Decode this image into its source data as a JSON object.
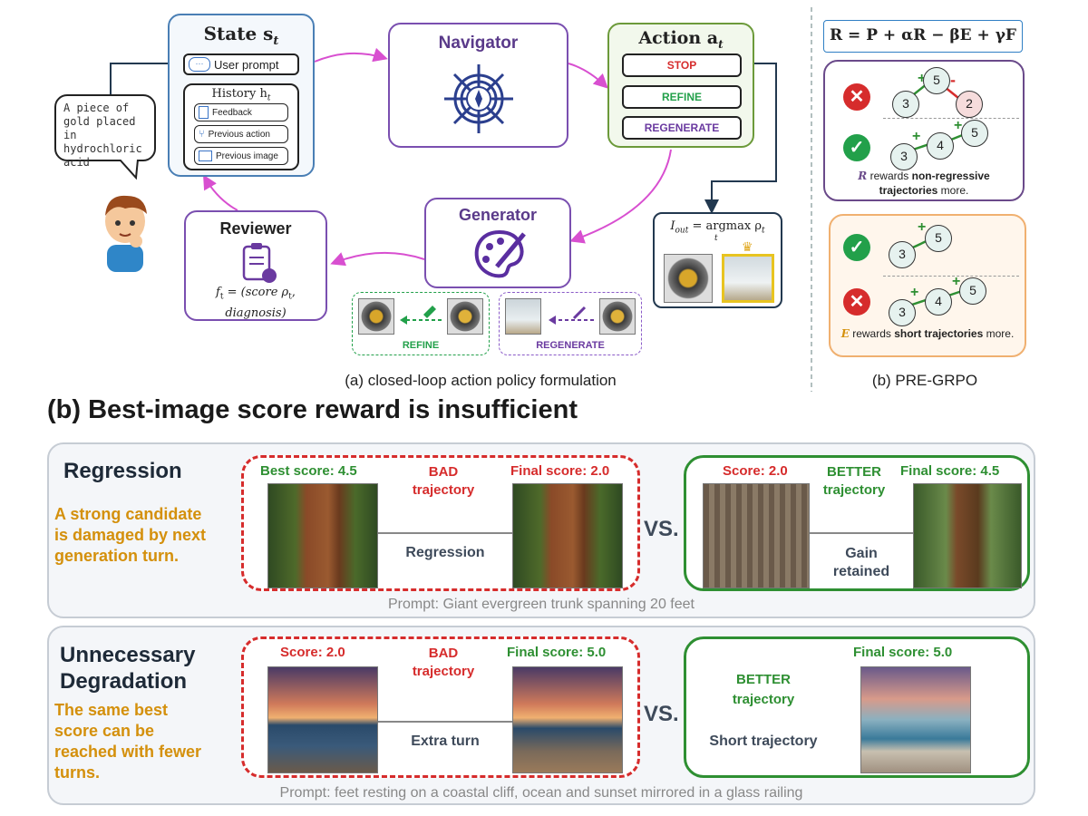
{
  "top": {
    "state": {
      "title": "State s",
      "sub": "t",
      "user_prompt": "User prompt",
      "history_title": "History h",
      "history_sub": "t",
      "history_items": [
        "Feedback",
        "Previous action",
        "Previous image"
      ]
    },
    "speech": "A piece of gold placed in hydrochloric acid",
    "navigator": {
      "title": "Navigator"
    },
    "action": {
      "title": "Action a",
      "sub": "t",
      "options": [
        "STOP",
        "REFINE",
        "REGENERATE"
      ]
    },
    "reviewer": {
      "title": "Reviewer",
      "formula_line1": "f",
      "formula_sub": "t",
      "formula_rest1": " = (score ρ",
      "formula_sub2": "t",
      "formula_rest2": ",",
      "formula_line2": "diagnosis)"
    },
    "generator": {
      "title": "Generator"
    },
    "output": {
      "formula": "I",
      "formula_sub": "out",
      "formula_rest": " = argmax ρ",
      "formula_sub2": "t",
      "formula_under": "t"
    },
    "refine_label": "REFINE",
    "regenerate_label": "REGENERATE",
    "caption_a": "(a) closed-loop action policy formulation"
  },
  "grpo": {
    "formula": "R = P + αR − βE + γF",
    "top_row1_nodes": [
      "3",
      "5",
      "2"
    ],
    "top_row2_nodes": [
      "3",
      "4",
      "5"
    ],
    "note1_prefix": "R",
    "note1_mid": " rewards ",
    "note1_bold": "non-regressive trajectories",
    "note1_suffix": " more.",
    "bottom_row1_nodes": [
      "3",
      "5"
    ],
    "bottom_row2_nodes": [
      "3",
      "4",
      "5"
    ],
    "note2_prefix": "E",
    "note2_mid": " rewards ",
    "note2_bold": "short trajectories",
    "note2_suffix": " more.",
    "plus": "+",
    "minus": "-",
    "caption_b": "(b) PRE-GRPO"
  },
  "bottom": {
    "heading": "(b) Best-image score reward is insufficient",
    "vs": "VS.",
    "regression": {
      "title": "Regression",
      "desc": [
        "A strong candidate",
        "is damaged by next",
        "generation turn."
      ],
      "bad_left_score": "Best score: 4.5",
      "bad_label": [
        "BAD",
        "trajectory"
      ],
      "bad_right_score": "Final score: 2.0",
      "bad_mid": "Regression",
      "good_left_score": "Score: 2.0",
      "good_label": [
        "BETTER",
        "trajectory"
      ],
      "good_right_score": "Final score: 4.5",
      "good_mid": [
        "Gain",
        "retained"
      ],
      "prompt": "Prompt: Giant evergreen trunk spanning 20 feet"
    },
    "degradation": {
      "title": [
        "Unnecessary",
        "Degradation"
      ],
      "desc": [
        "The same best",
        "score can be",
        "reached with fewer",
        "turns."
      ],
      "bad_left_score": "Score: 2.0",
      "bad_label": [
        "BAD",
        "trajectory"
      ],
      "bad_right_score": "Final score: 5.0",
      "bad_mid": "Extra turn",
      "good_label": [
        "BETTER",
        "trajectory"
      ],
      "good_right_score": "Final score: 5.0",
      "good_mid": "Short trajectory",
      "prompt": "Prompt: feet resting on a coastal cliff, ocean and sunset mirrored in a glass railing"
    }
  },
  "colors": {
    "red": "#d62c2c",
    "green": "#2e8f32",
    "purple": "#6a3aa0",
    "orange": "#d4900c",
    "blue": "#3a74c6",
    "magenta": "#d84fd0"
  }
}
